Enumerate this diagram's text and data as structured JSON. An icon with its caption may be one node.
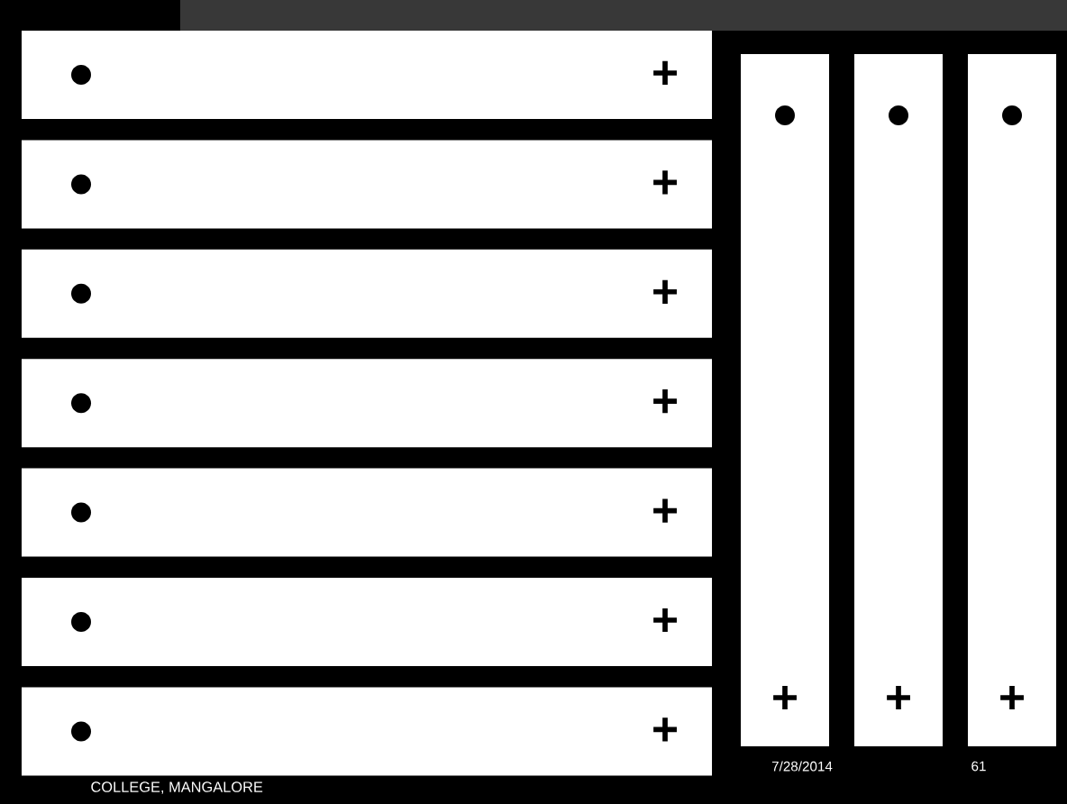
{
  "diagram": {
    "nodes": [
      {
        "text": [
          "+"
        ]
      },
      {
        "text": [
          "+"
        ]
      },
      {
        "text": [
          "+"
        ]
      },
      {
        "text": [
          "+"
        ]
      },
      {
        "text": [
          "+"
        ]
      },
      {
        "text": [
          "+"
        ]
      },
      {
        "text": [
          "+"
        ]
      },
      {
        "text": [
          "+"
        ]
      },
      {
        "text": [
          "+"
        ]
      },
      {
        "text": [
          "+"
        ]
      }
    ],
    "labels": [
      "COLLEGE, MANGALORE",
      "7/28/2014",
      "61"
    ]
  }
}
